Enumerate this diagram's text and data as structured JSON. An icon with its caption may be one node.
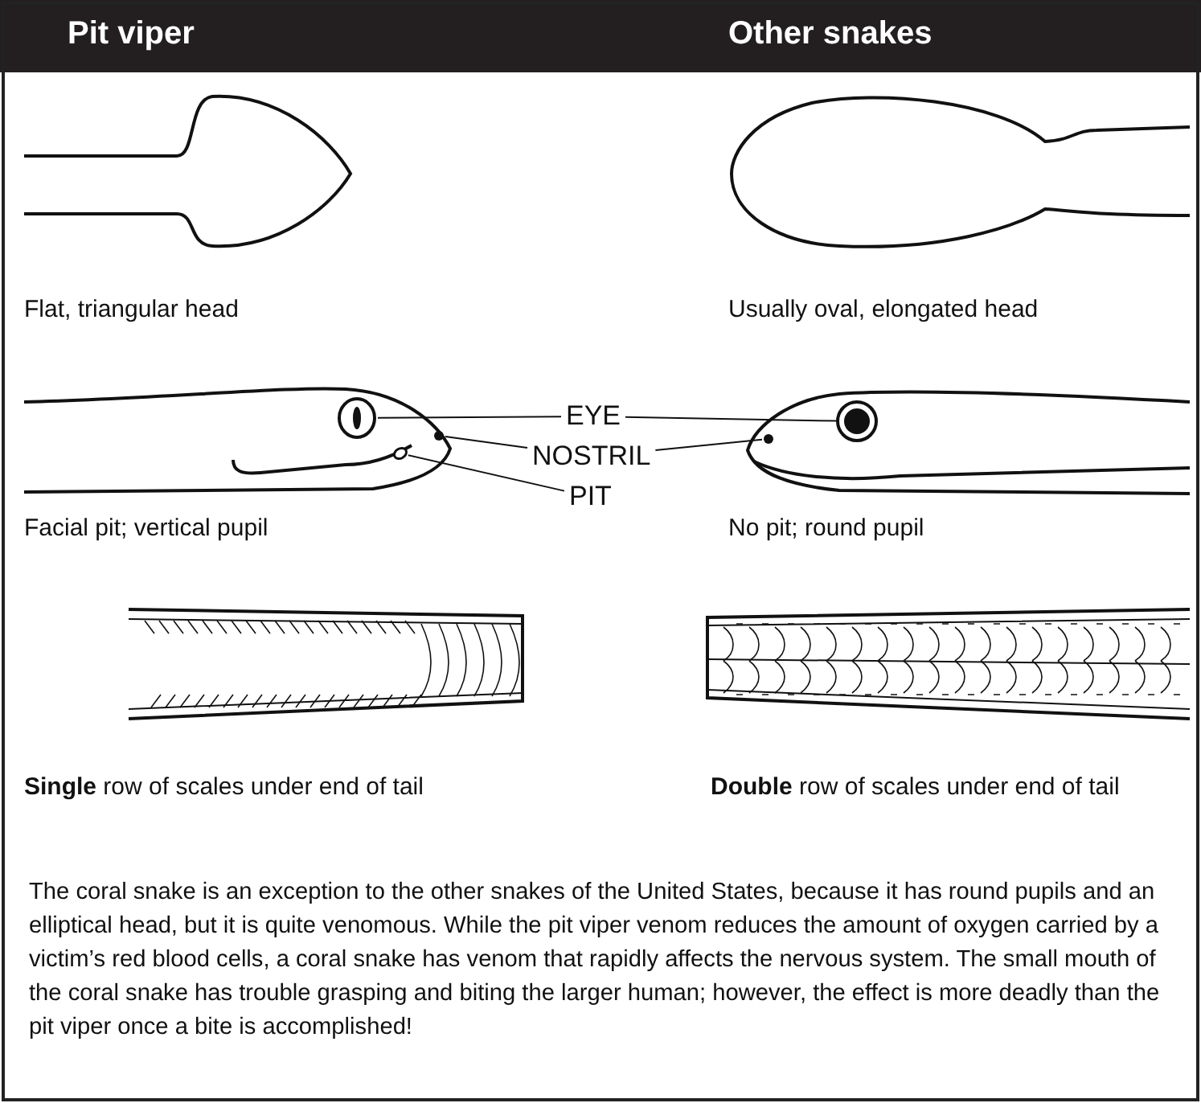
{
  "diagram": {
    "nodes": [
      {
        "text": [
          "EYE"
        ]
      },
      {
        "text": [
          "NOSTRIL"
        ]
      },
      {
        "text": [
          "PIT"
        ]
      },
      {
        "text": [],
        "shape": "circle"
      },
      {
        "text": [],
        "shape": "circle"
      },
      {
        "text": [],
        "shape": "circle"
      },
      {
        "text": [],
        "shape": "circle"
      },
      {
        "text": [],
        "shape": "circle"
      }
    ],
    "edges": [
      {
        "from": 0,
        "to": 3,
        "arrow": "none"
      },
      {
        "from": 0,
        "to": 6,
        "arrow": "none"
      },
      {
        "from": 1,
        "to": 4,
        "arrow": "none"
      },
      {
        "from": 1,
        "to": 7,
        "arrow": "none"
      },
      {
        "from": 2,
        "to": 5,
        "arrow": "none"
      }
    ],
    "labels": [
      "Pit viper",
      "Other snakes",
      "Flat, triangular head",
      "Usually oval, elongated head",
      "Facial pit; vertical pupil",
      "No pit; round pupil",
      "**Single** row of scales under end of tail",
      "**Double** row of scales under end of tail",
      "The coral snake is an exception to the other snakes of the United States, because it has round pupils and an elliptical head, but it is quite venomous. While the pit viper venom reduces the amount of oxygen carried by a victim’s red blood cells, a coral snake has venom that rapidly affects the nervous system. The small mouth of the coral snake has trouble grasping and biting the larger human; however, the effect is more deadly than the pit viper once a bite is accomplished!"
    ]
  }
}
